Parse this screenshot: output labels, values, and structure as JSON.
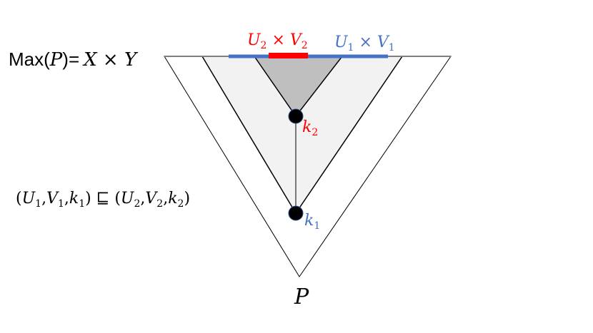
{
  "labels": {
    "max_prefix": "Max(",
    "max_P": "P",
    "max_suffix": ")=",
    "max_rhs": "X × Y",
    "u2v2_U": "U",
    "u2v2_sub1": "2",
    "u2v2_times": " × ",
    "u2v2_V": "V",
    "u2v2_sub2": "2",
    "u1v1_U": "U",
    "u1v1_sub1": "1",
    "u1v1_times": " × ",
    "u1v1_V": "V",
    "u1v1_sub2": "1",
    "k2_k": "k",
    "k2_sub": "2",
    "k1_k": "k",
    "k1_sub": "1",
    "P": "P",
    "order_open": "(",
    "order_U1": "U",
    "order_U1_sub": "1",
    "order_c1": ",",
    "order_V1": "V",
    "order_V1_sub": "1",
    "order_c2": ",",
    "order_k1": "k",
    "order_k1_sub": "1",
    "order_mid": ") ⊑ (",
    "order_U2": "U",
    "order_U2_sub": "2",
    "order_c3": ",",
    "order_V2": "V",
    "order_V2_sub": "2",
    "order_c4": ",",
    "order_k2": "k",
    "order_k2_sub": "2",
    "order_close": ")"
  },
  "colors": {
    "red": "#ff0000",
    "blue": "#4472c4",
    "light_gray": "#f2f2f2",
    "dark_gray": "#bfbfbf",
    "black": "#000000"
  }
}
